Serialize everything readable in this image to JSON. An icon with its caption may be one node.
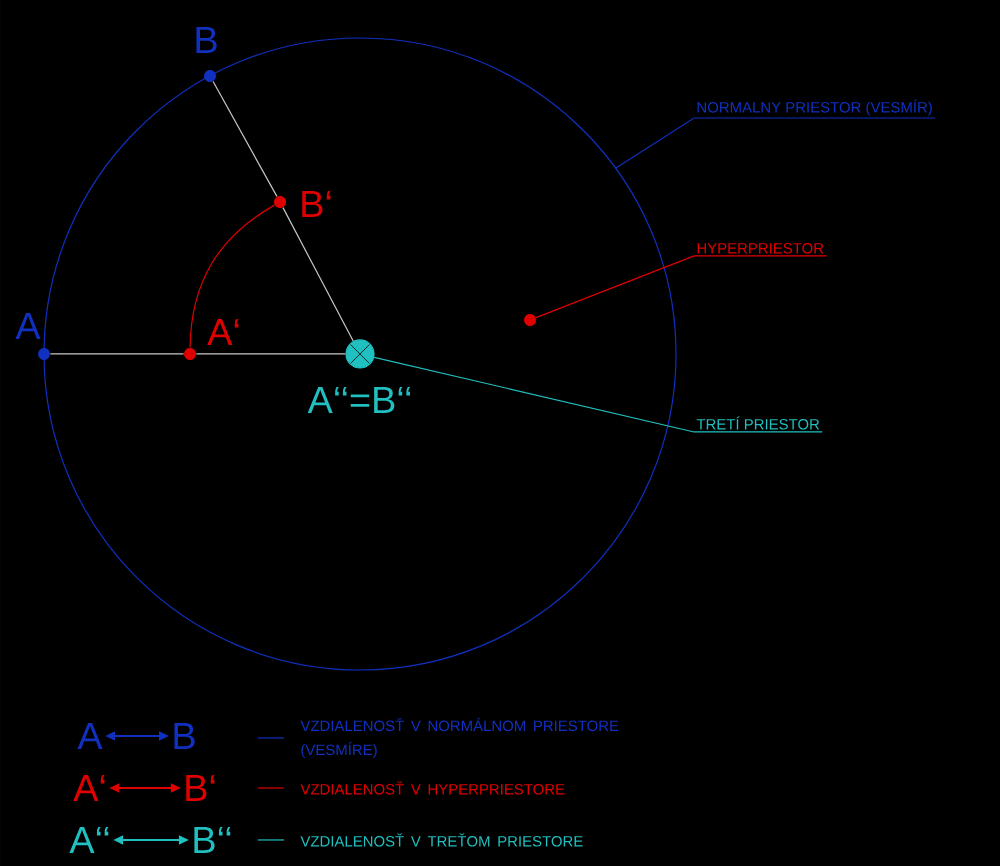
{
  "diagram": {
    "nodes": [
      {
        "text": [],
        "shape": "circle",
        "beside": [
          "A"
        ]
      },
      {
        "text": [],
        "shape": "circle",
        "beside": [
          "B"
        ]
      },
      {
        "text": [],
        "shape": "circle",
        "beside": [
          "A‘"
        ]
      },
      {
        "text": [],
        "shape": "circle",
        "beside": [
          "B‘"
        ]
      },
      {
        "text": [],
        "shape": "circle",
        "beside": [
          "A‘‘=B‘‘"
        ]
      },
      {
        "text": [],
        "shape": "circle"
      },
      {
        "text": [
          "NORMALNY PRIESTOR (VESMÍR)"
        ]
      },
      {
        "text": [
          "HYPERPRIESTOR"
        ]
      },
      {
        "text": [
          "TRETÍ PRIESTOR"
        ]
      },
      {
        "text": [
          "A"
        ]
      },
      {
        "text": [
          "B"
        ]
      },
      {
        "text": [
          "A‘"
        ]
      },
      {
        "text": [
          "B‘"
        ]
      },
      {
        "text": [
          "A‘‘"
        ]
      },
      {
        "text": [
          "B‘‘"
        ]
      }
    ],
    "edges": [
      {
        "from": 0,
        "to": 2,
        "arrow": "none"
      },
      {
        "from": 2,
        "to": 4,
        "arrow": "none"
      },
      {
        "from": 1,
        "to": 3,
        "arrow": "none"
      },
      {
        "from": 3,
        "to": 4,
        "arrow": "none"
      },
      {
        "from": 2,
        "to": 3,
        "arrow": "none",
        "color": "#e00000"
      },
      {
        "from": 6,
        "to": null,
        "arrow": "none",
        "color": "#1030c0"
      },
      {
        "from": 7,
        "to": 5,
        "arrow": "none",
        "color": "#e00000"
      },
      {
        "from": 8,
        "to": 4,
        "arrow": "none",
        "color": "#20c0c0"
      },
      {
        "from": 9,
        "to": 10,
        "arrow": "both",
        "color": "#1030c0"
      },
      {
        "from": 11,
        "to": 12,
        "arrow": "both",
        "color": "#e00000"
      },
      {
        "from": 13,
        "to": 14,
        "arrow": "both",
        "color": "#20c0c0"
      }
    ],
    "legend": [
      {
        "text": "VZDIALENOSŤ V NORMÁLNOM PRIESTORE (VESMÍRE)"
      },
      {
        "text": "VZDIALENOSŤ V HYPERPRIESTORE"
      },
      {
        "text": "VZDIALENOSŤ V TREŤOM PRIESTORE"
      }
    ]
  }
}
